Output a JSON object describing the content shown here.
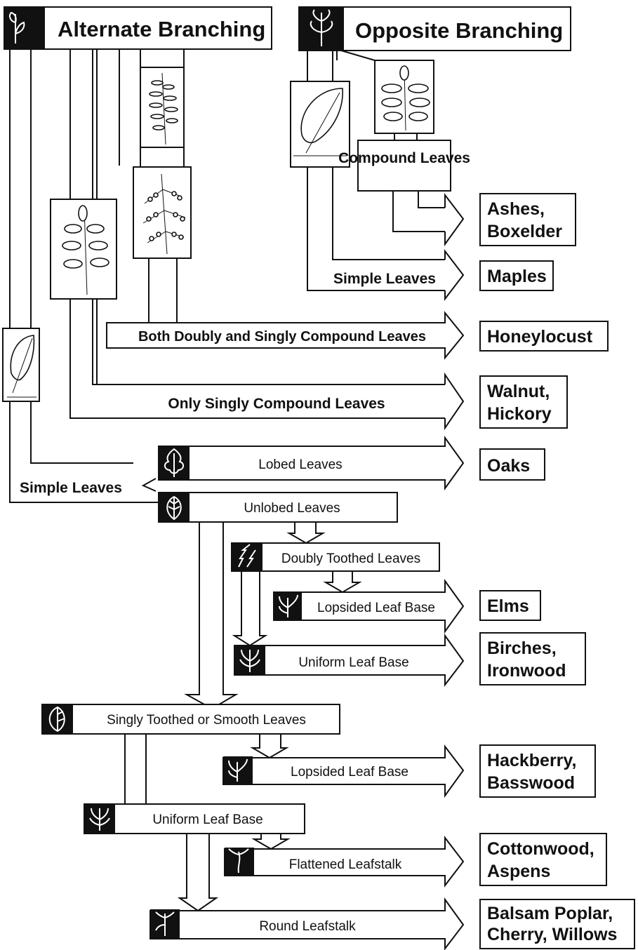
{
  "headers": {
    "alternate": "Alternate Branching",
    "opposite": "Opposite Branching"
  },
  "branches": {
    "opp_compound": "Compound Leaves",
    "opp_simple": "Simple Leaves",
    "both_compound": "Both Doubly and Singly Compound Leaves",
    "singly_compound": "Only Singly Compound Leaves",
    "simple_leaves": "Simple Leaves",
    "lobed": "Lobed Leaves",
    "unlobed": "Unlobed Leaves",
    "doubly_toothed": "Doubly Toothed Leaves",
    "lopsided_1": "Lopsided Leaf Base",
    "uniform_1": "Uniform Leaf Base",
    "singly_toothed": "Singly Toothed or Smooth Leaves",
    "lopsided_2": "Lopsided Leaf Base",
    "uniform_2": "Uniform Leaf Base",
    "flattened": "Flattened Leafstalk",
    "round": "Round Leafstalk"
  },
  "results": {
    "ashes": [
      "Ashes,",
      "Boxelder"
    ],
    "maples": [
      "Maples"
    ],
    "honeylocust": [
      "Honeylocust"
    ],
    "walnut": [
      "Walnut,",
      "Hickory"
    ],
    "oaks": [
      "Oaks"
    ],
    "elms": [
      "Elms"
    ],
    "birches": [
      "Birches,",
      "Ironwood"
    ],
    "hackberry": [
      "Hackberry,",
      "Basswood"
    ],
    "cottonwood": [
      "Cottonwood,",
      "Aspens"
    ],
    "balsam": [
      "Balsam Poplar,",
      "Cherry, Willows"
    ]
  },
  "icons": {
    "alternate_branching": "alternate-branching-icon",
    "opposite_branching": "opposite-branching-icon",
    "lobed_leaf": "lobed-leaf-icon",
    "unlobed_leaf": "unlobed-leaf-icon",
    "doubly_toothed": "doubly-toothed-edge-icon",
    "lopsided_base": "lopsided-base-icon",
    "uniform_base": "uniform-base-icon",
    "singly_toothed": "singly-toothed-leaf-icon",
    "flattened_leafstalk": "flattened-leafstalk-icon",
    "round_leafstalk": "round-leafstalk-icon"
  },
  "colors": {
    "ink": "#111111",
    "paper": "#ffffff"
  }
}
